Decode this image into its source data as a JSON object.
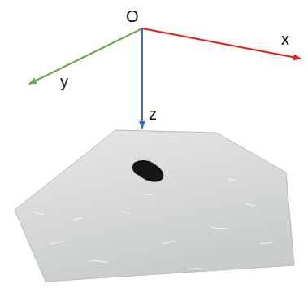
{
  "diagram": {
    "labels": [
      "O",
      "x",
      "y",
      "z"
    ]
  }
}
